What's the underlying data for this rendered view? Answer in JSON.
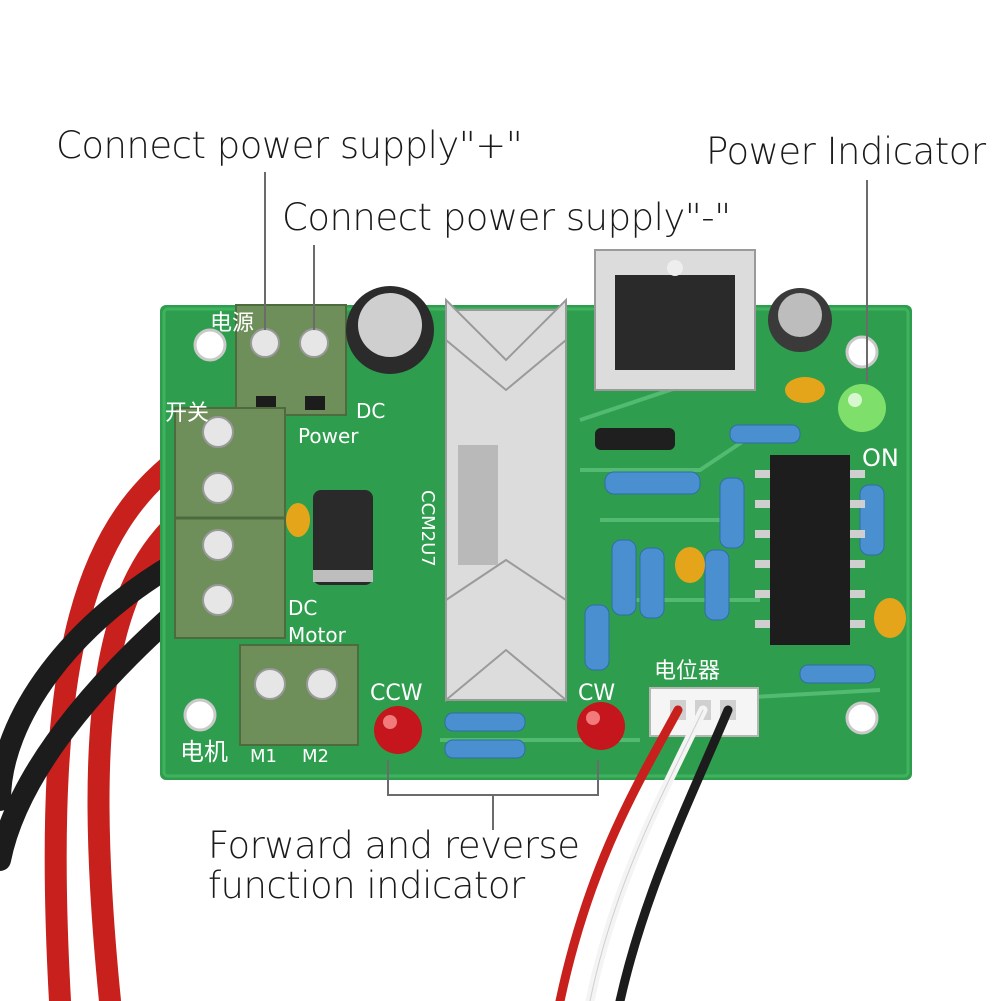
{
  "callouts": {
    "power_plus": "Connect power supply\"+\"",
    "power_minus": "Connect power supply\"-\"",
    "power_indicator": "Power Indicator",
    "direction_line1": "Forward and reverse",
    "direction_line2": "function indicator"
  },
  "silkscreen": {
    "power_cn": "电源",
    "switch_cn": "开关",
    "dc_power_1": "DC",
    "dc_power_2": "Power",
    "dc_motor_1": "DC",
    "dc_motor_2": "Motor",
    "ccw": "CCW",
    "cw": "CW",
    "on": "ON",
    "pot_cn": "电位器",
    "motor_cn": "电机",
    "m1": "M1",
    "m2": "M2",
    "chip_part": "CCM2U7"
  },
  "colors": {
    "pcb": "#2e9e4e",
    "terminal": "#6f8f5a",
    "wire_red": "#c8201c",
    "wire_black": "#1c1c1c",
    "led_red": "#c4161c",
    "led_green": "#7ee06a",
    "heatsink": "#dcdcdc"
  },
  "icons": [
    "screw-terminal",
    "electrolytic-capacitor",
    "heatsink",
    "diode",
    "ic-chip",
    "led",
    "resistor"
  ]
}
